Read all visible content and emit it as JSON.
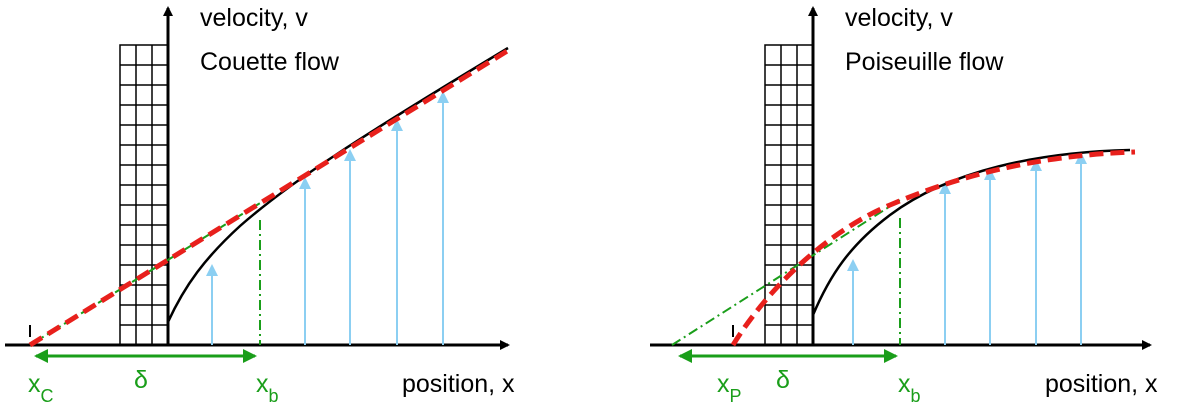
{
  "colors": {
    "axis": "#000000",
    "profile": "#000000",
    "fit": "#e8201c",
    "construction": "#1a9e1a",
    "velocity_arrows": "#8ccff2"
  },
  "panels": [
    {
      "axis_label_v": "velocity, v",
      "axis_label_x": "position, x",
      "title": "Couette flow",
      "slip_label": "x",
      "slip_sub": "C",
      "boundary_label": "x",
      "boundary_sub": "b",
      "delta_label": "δ"
    },
    {
      "axis_label_v": "velocity, v",
      "axis_label_x": "position, x",
      "title": "Poiseuille flow",
      "slip_label": "x",
      "slip_sub": "P",
      "boundary_label": "x",
      "boundary_sub": "b",
      "delta_label": "δ"
    }
  ]
}
